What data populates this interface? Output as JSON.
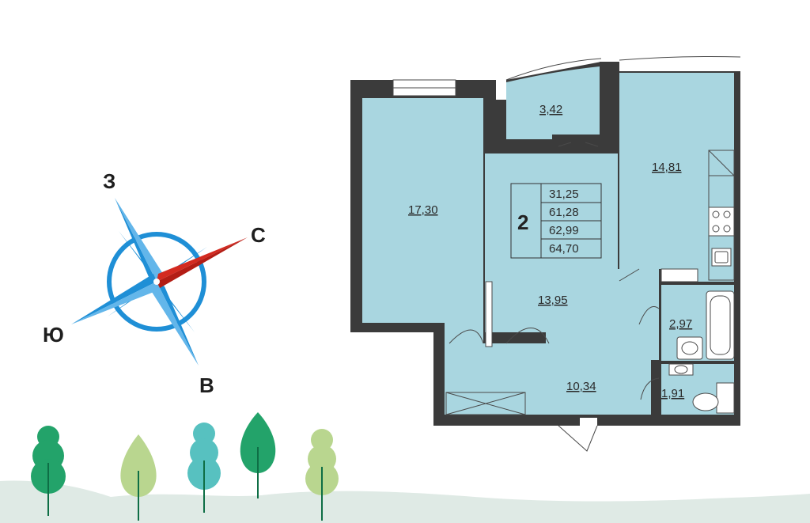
{
  "compass": {
    "north": "С",
    "south": "Ю",
    "east": "В",
    "west": "З",
    "colors": {
      "star": "#1f8fd6",
      "north_needle": "#d32a20",
      "ring": "#1f8fd6"
    }
  },
  "apartment": {
    "rooms_count": "2",
    "areas": [
      "31,25",
      "61,28",
      "62,99",
      "64,70"
    ]
  },
  "rooms": {
    "bedroom": "17,30",
    "balcony": "3,42",
    "kitchen": "14,81",
    "living": "13,95",
    "hall": "10,34",
    "bathroom": "2,97",
    "toilet": "1,91"
  },
  "colors": {
    "room_fill": "#a9d6e0",
    "wall": "#3b3b3b",
    "ground": "#dfeae5",
    "tree_dark_green": "#23a36a",
    "tree_light_green": "#b9d68f",
    "tree_teal": "#57c1c0"
  }
}
